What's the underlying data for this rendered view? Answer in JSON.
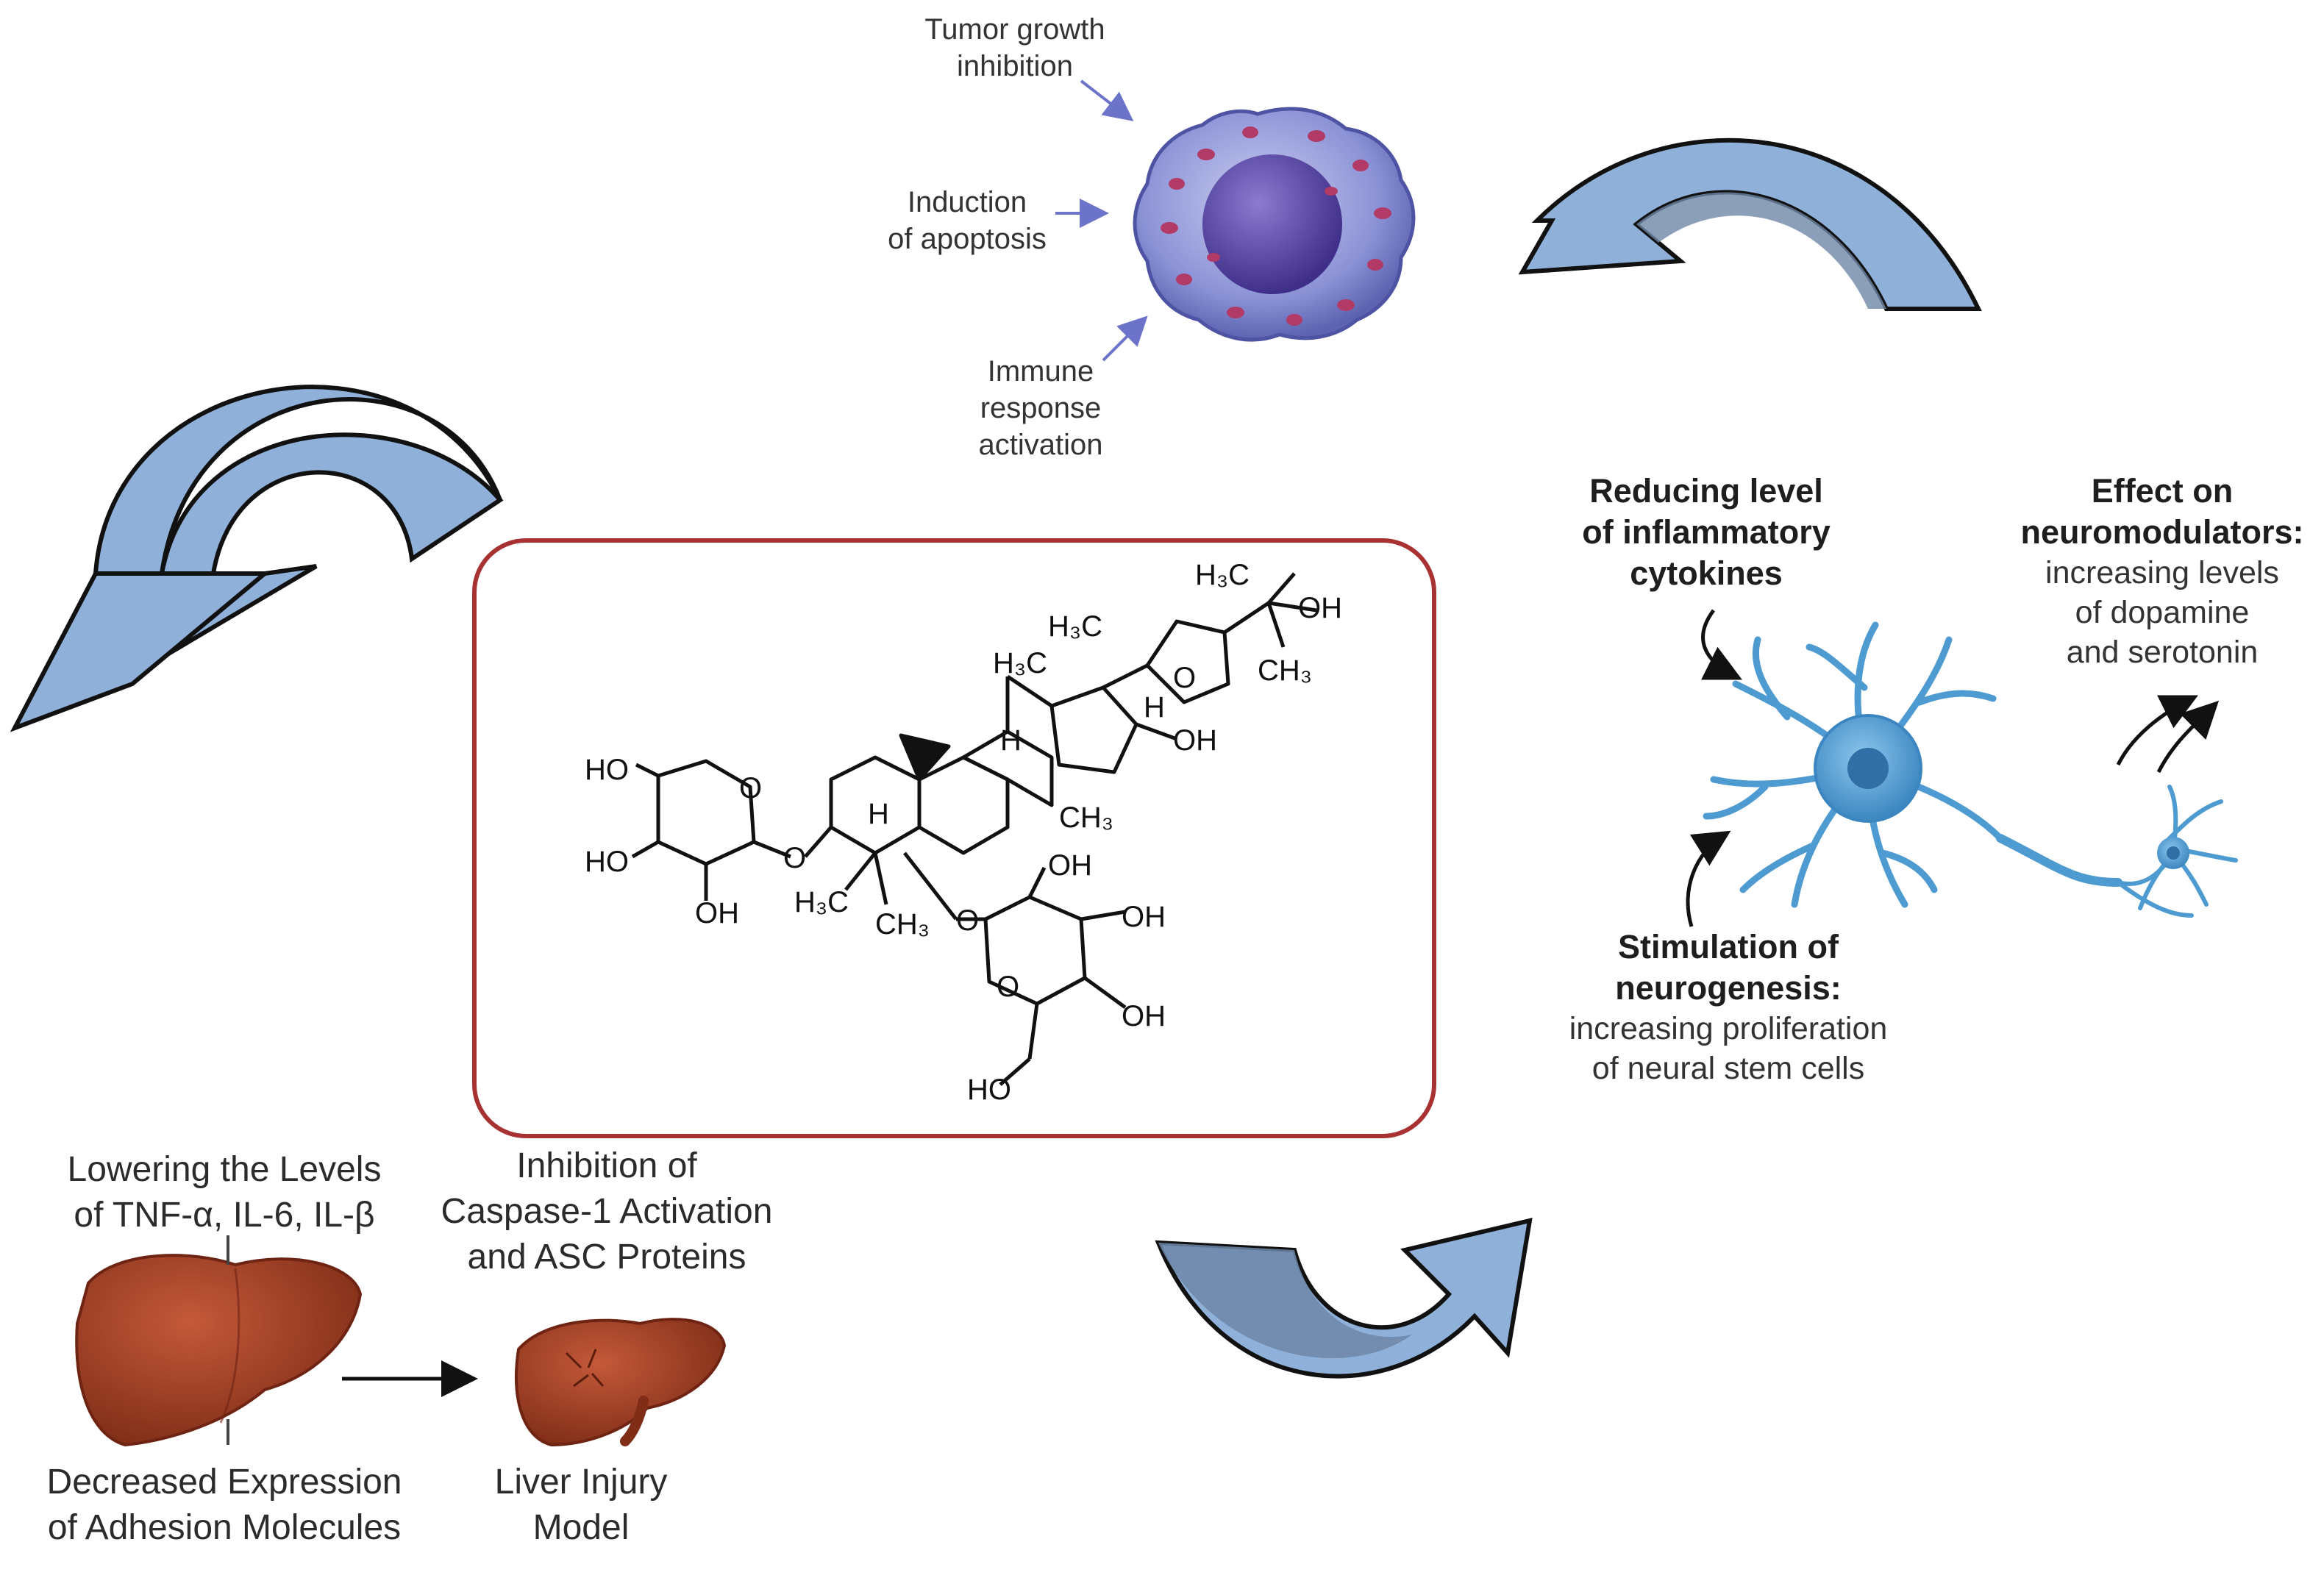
{
  "cell_labels": {
    "tumor": [
      "Tumor growth",
      "inhibition"
    ],
    "apoptosis": [
      "Induction",
      "of apoptosis"
    ],
    "immune": [
      "Immune",
      "response",
      "activation"
    ]
  },
  "neuron_labels": {
    "cytokines": [
      "Reducing level",
      "of inflammatory",
      "cytokines"
    ],
    "neuromod_title": "Effect on",
    "neuromod_title2": "neuromodulators:",
    "neuromod_body": [
      "increasing levels",
      "of dopamine",
      "and serotonin"
    ],
    "neurogenesis_title": [
      "Stimulation of",
      "neurogenesis:"
    ],
    "neurogenesis_body": [
      "increasing proliferation",
      "of neural stem cells"
    ]
  },
  "liver_labels": {
    "lowering": [
      "Lowering the Levels",
      "of TNF-α, IL-6, IL-β"
    ],
    "inhibition": [
      "Inhibition of",
      "Caspase-1 Activation",
      "and ASC Proteins"
    ],
    "adhesion": [
      "Decreased Expression",
      "of Adhesion Molecules"
    ],
    "model": [
      "Liver Injury",
      "Model"
    ]
  },
  "molecule_labels": {
    "h3c_top": "H₃C",
    "oh_top": "OH",
    "h3c_furan": "H₃C",
    "o_furan": "O",
    "ch3_furan": "CH₃",
    "h3c_ring": "H₃C",
    "h_ring1": "H",
    "h_ring2": "H",
    "oh_ring": "OH",
    "ch3_ring": "CH₃",
    "h_ring3": "H",
    "ho_xyl1": "HO",
    "o_xyl": "O",
    "ho_xyl2": "HO",
    "oh_xyl": "OH",
    "o_link1": "O",
    "h3c_gem": "H₃C",
    "ch3_gem": "CH₃",
    "o_link2": "O",
    "oh_glc1": "OH",
    "oh_glc2": "OH",
    "o_glc": "O",
    "oh_glc3": "OH",
    "ho_glc": "HO"
  },
  "colors": {
    "arrow_fill": "#8fb1d9",
    "arrow_dark": "#6f87a8",
    "frame": "#a83232",
    "liver": "#9c3d23",
    "neuron": "#4e9bd1",
    "cell": "#6d73c2"
  }
}
